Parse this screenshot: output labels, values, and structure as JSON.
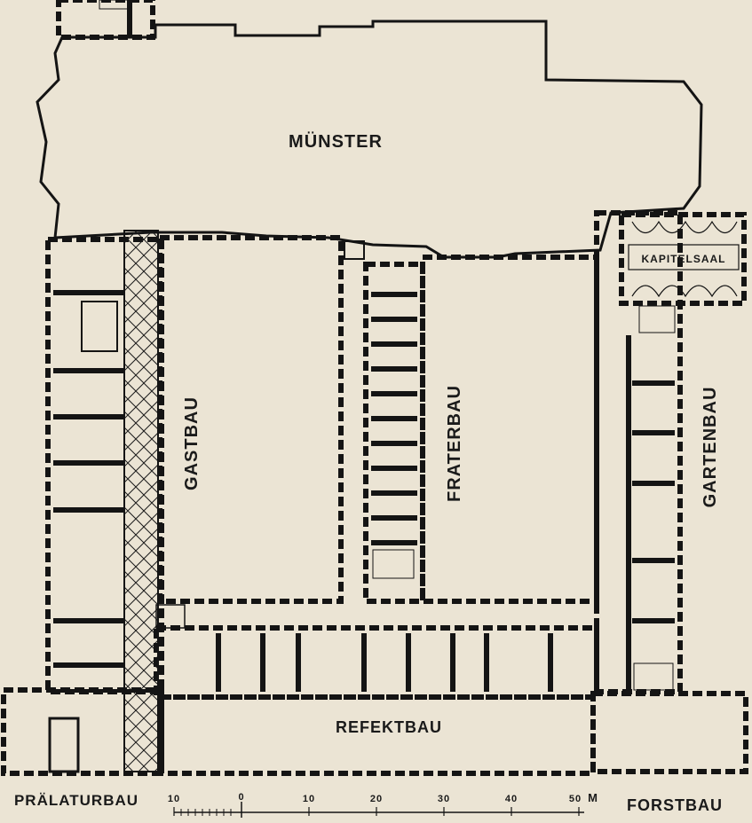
{
  "labels": {
    "muenster": "MÜNSTER",
    "kapitelsaal": "KAPITELSAAL",
    "gastbau": "GASTBAU",
    "fraterbau": "FRATERBAU",
    "gartenbau": "GARTENBAU",
    "refektbau": "REFEKTBAU",
    "praelaturbau": "PRÄLATURBAU",
    "forstbau": "FORSTBAU"
  },
  "scale": {
    "ticks": [
      "10",
      "0",
      "10",
      "20",
      "30",
      "40",
      "50"
    ],
    "unit": "M"
  }
}
